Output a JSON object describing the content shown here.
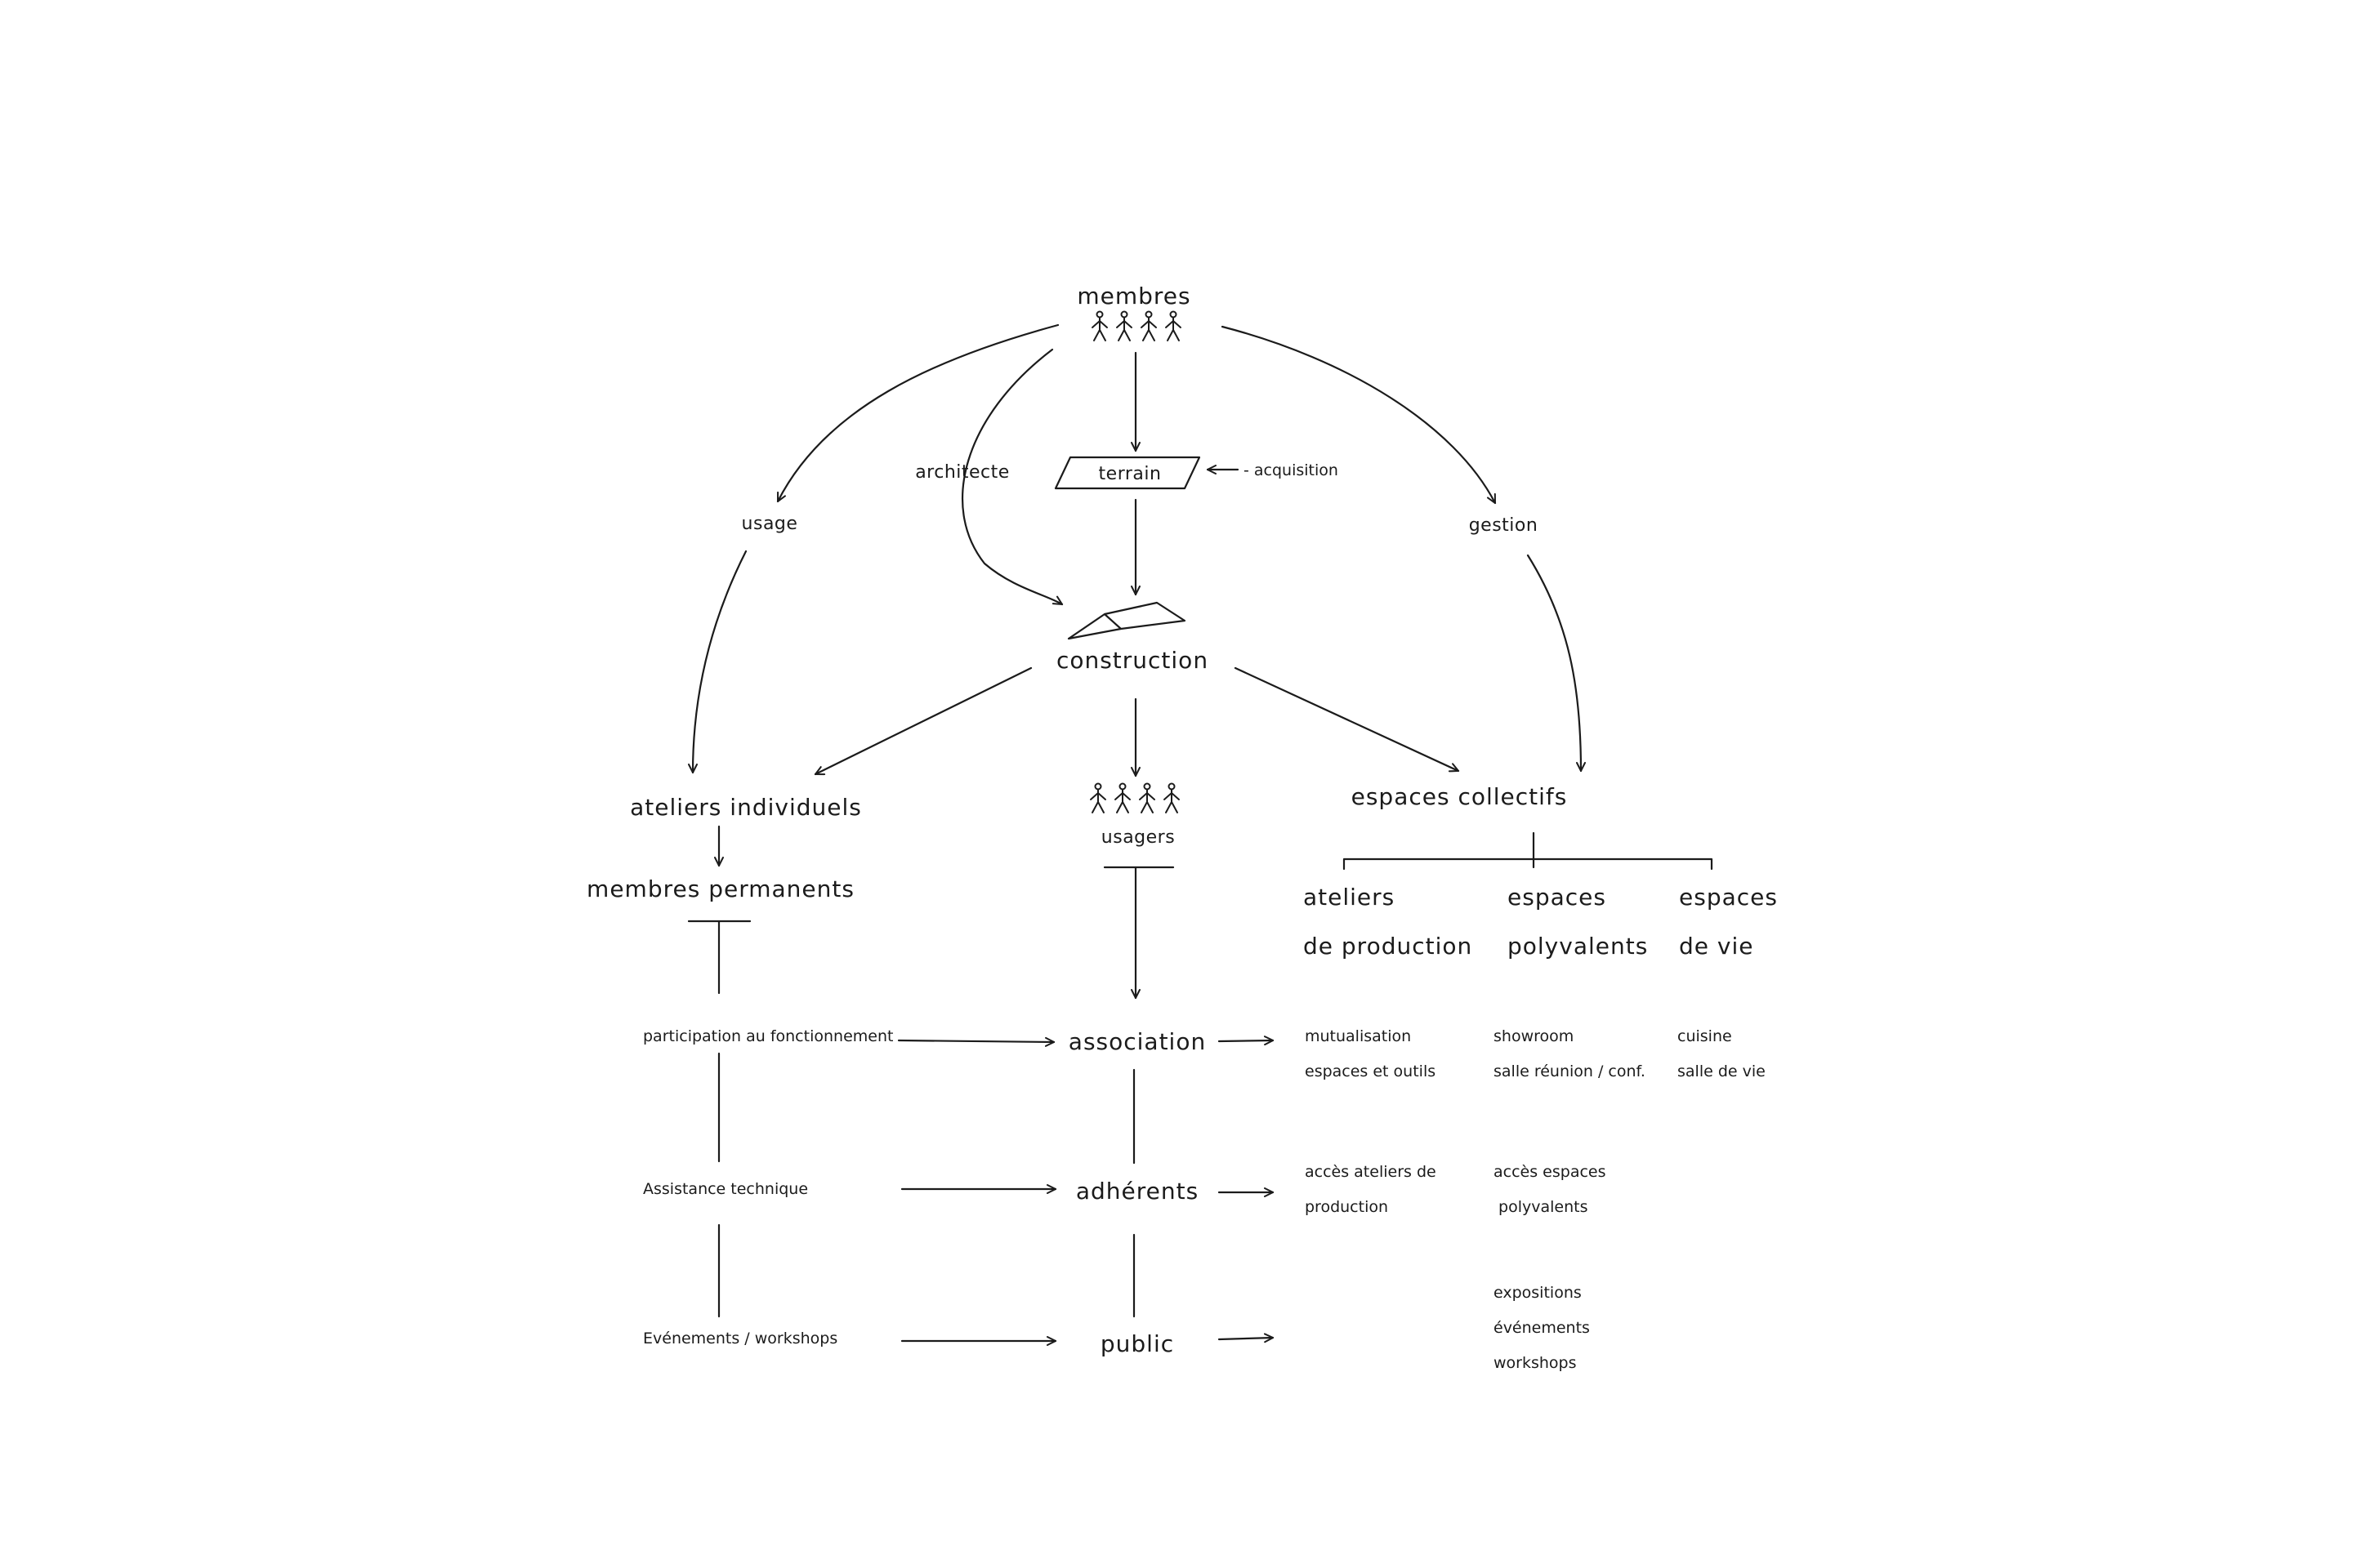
{
  "diagram": {
    "top": {
      "members": "membres"
    },
    "branches": {
      "usage": "usage",
      "architect": "architecte",
      "land": "terrain",
      "acquisition": "- acquisition",
      "management": "gestion",
      "construction": "construction"
    },
    "level2": {
      "individual_workshops": "ateliers individuels",
      "users": "usagers",
      "collective_spaces": "espaces collectifs",
      "permanent_members": "membres permanents"
    },
    "collective_types": [
      {
        "line1": "ateliers",
        "line2": "de production"
      },
      {
        "line1": "espaces",
        "line2": "polyvalents"
      },
      {
        "line1": "espaces",
        "line2": "de vie"
      }
    ],
    "left_items": {
      "participation": "participation au fonctionnement",
      "technical": "Assistance technique",
      "events": "Evénements / workshops"
    },
    "center_items": {
      "association": "association",
      "adherents": "adhérents",
      "public": "public"
    },
    "row_association": {
      "production": [
        "mutualisation",
        "espaces et outils"
      ],
      "versatile": [
        "showroom",
        "salle réunion / conf."
      ],
      "living": [
        "cuisine",
        "salle de vie"
      ]
    },
    "row_adherents": {
      "production": [
        "accès ateliers de",
        "production"
      ],
      "versatile": [
        "accès espaces",
        " polyvalents"
      ]
    },
    "row_public": {
      "versatile": [
        "expositions",
        "événements",
        "workshops"
      ]
    }
  }
}
